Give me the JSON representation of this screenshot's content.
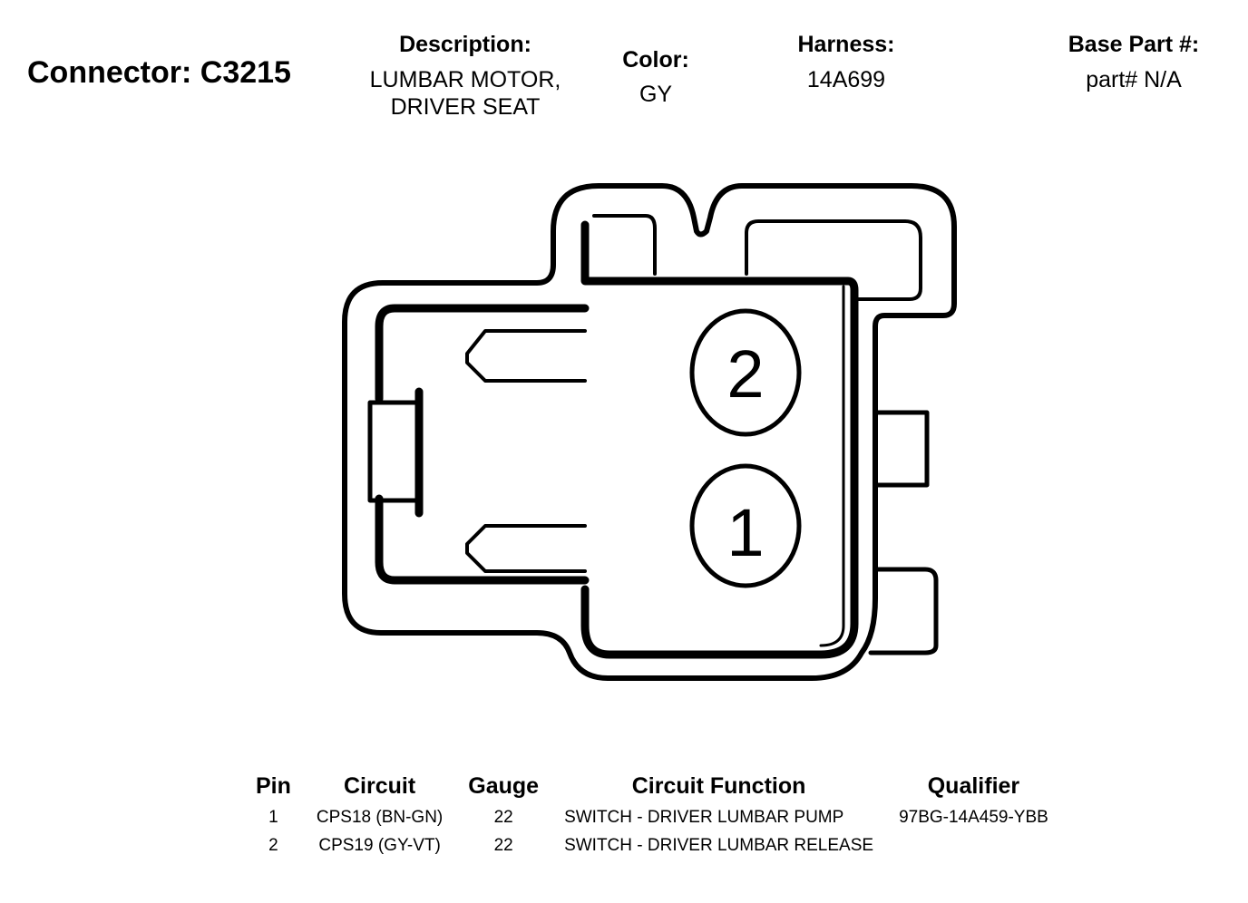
{
  "connector": {
    "title": "Connector: C3215"
  },
  "header": {
    "description": {
      "label": "Description:",
      "line1": "LUMBAR MOTOR,",
      "line2": "DRIVER SEAT"
    },
    "color": {
      "label": "Color:",
      "value": "GY"
    },
    "harness": {
      "label": "Harness:",
      "value": "14A699"
    },
    "base_part": {
      "label": "Base Part #:",
      "value": "part# N/A"
    }
  },
  "diagram": {
    "pins": [
      {
        "number": "2"
      },
      {
        "number": "1"
      }
    ]
  },
  "pin_table": {
    "headers": {
      "pin": "Pin",
      "circuit": "Circuit",
      "gauge": "Gauge",
      "function": "Circuit Function",
      "qualifier": "Qualifier"
    },
    "rows": [
      {
        "pin": "1",
        "circuit": "CPS18 (BN-GN)",
        "gauge": "22",
        "function": "SWITCH - DRIVER LUMBAR PUMP",
        "qualifier": "97BG-14A459-YBB"
      },
      {
        "pin": "2",
        "circuit": "CPS19 (GY-VT)",
        "gauge": "22",
        "function": "SWITCH - DRIVER LUMBAR RELEASE",
        "qualifier": ""
      }
    ]
  }
}
